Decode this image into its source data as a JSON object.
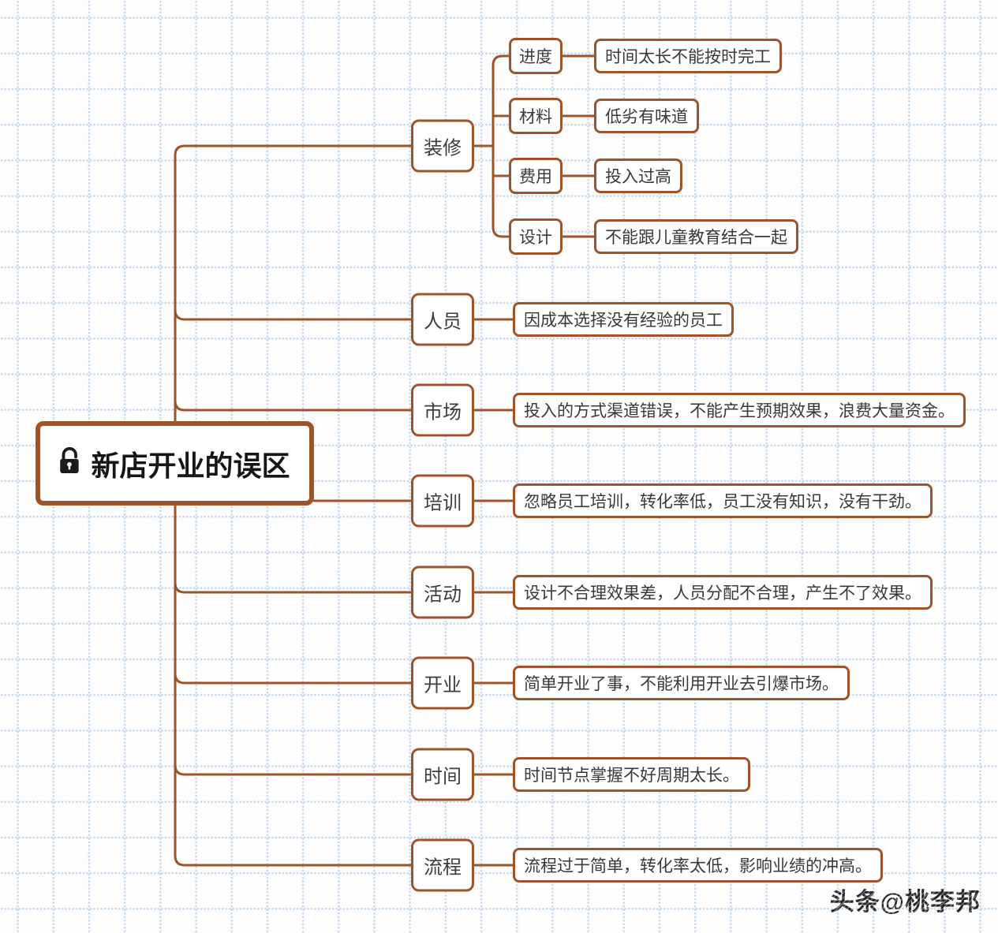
{
  "theme": {
    "accent_color": "#9e5428",
    "grid_dot_color": "#7dacd8",
    "lock_icon_color": "#1b1b1b"
  },
  "root": {
    "label": "新店开业的误区",
    "icon": "unlock-icon"
  },
  "branches": [
    {
      "topic": "装修",
      "children": [
        {
          "label": "进度",
          "note": "时间太长不能按时完工"
        },
        {
          "label": "材料",
          "note": "低劣有味道"
        },
        {
          "label": "费用",
          "note": "投入过高"
        },
        {
          "label": "设计",
          "note": "不能跟儿童教育结合一起"
        }
      ]
    },
    {
      "topic": "人员",
      "note": "因成本选择没有经验的员工"
    },
    {
      "topic": "市场",
      "note": "投入的方式渠道错误，不能产生预期效果，浪费大量资金。"
    },
    {
      "topic": "培训",
      "note": "忽略员工培训，转化率低，员工没有知识，没有干劲。"
    },
    {
      "topic": "活动",
      "note": "设计不合理效果差，人员分配不合理，产生不了效果。"
    },
    {
      "topic": "开业",
      "note": "简单开业了事，不能利用开业去引爆市场。"
    },
    {
      "topic": "时间",
      "note": "时间节点掌握不好周期太长。"
    },
    {
      "topic": "流程",
      "note": "流程过于简单，转化率太低，影响业绩的冲高。"
    }
  ],
  "watermark": "头条@桃李邦"
}
